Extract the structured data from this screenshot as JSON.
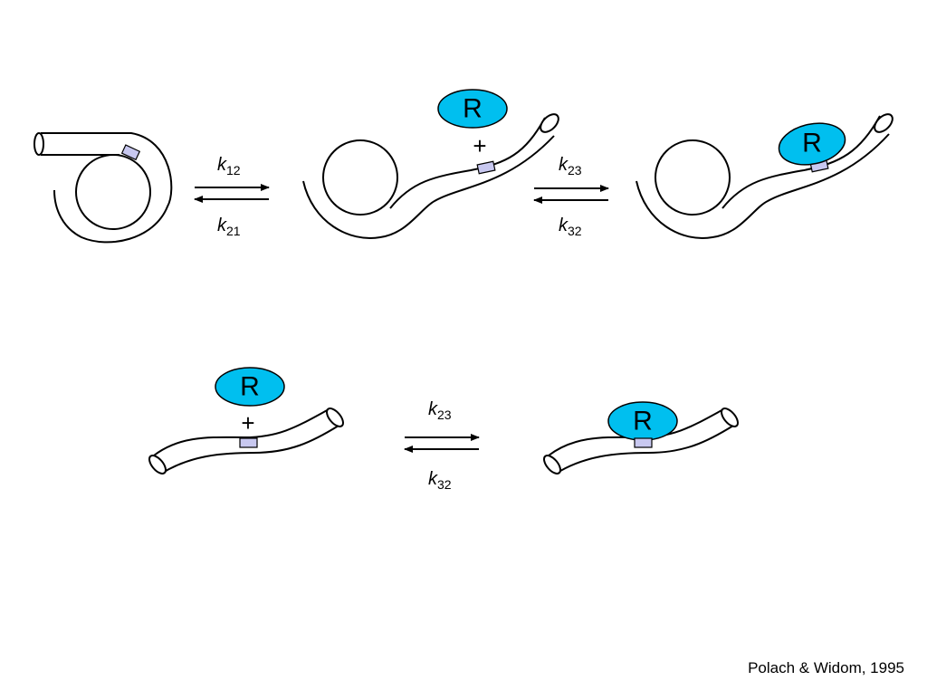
{
  "colors": {
    "repressor": "#00BFEF",
    "site": "#C8C8F0",
    "stroke": "#000000"
  },
  "repressor_label": "R",
  "plus_sign": "+",
  "rates": {
    "k12": {
      "k": "k",
      "sub": "12"
    },
    "k21": {
      "k": "k",
      "sub": "21"
    },
    "k23": {
      "k": "k",
      "sub": "23"
    },
    "k32": {
      "k": "k",
      "sub": "32"
    }
  },
  "citation": "Polach & Widom, 1995"
}
